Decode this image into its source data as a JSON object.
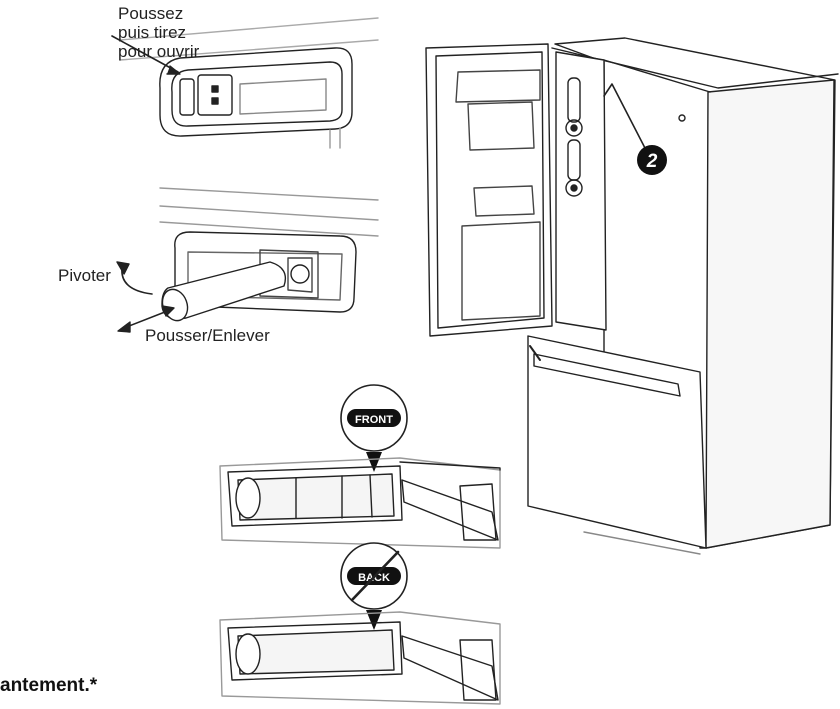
{
  "callouts": {
    "push_pull_lines": [
      "Poussez",
      "puis tirez",
      "pour ouvrir"
    ],
    "rotate": "Pivoter",
    "push_remove": "Pousser/Enlever",
    "step_number": "2"
  },
  "badges": {
    "front": "FRONT",
    "back": "BACK"
  },
  "bottom_text": "antement.*"
}
